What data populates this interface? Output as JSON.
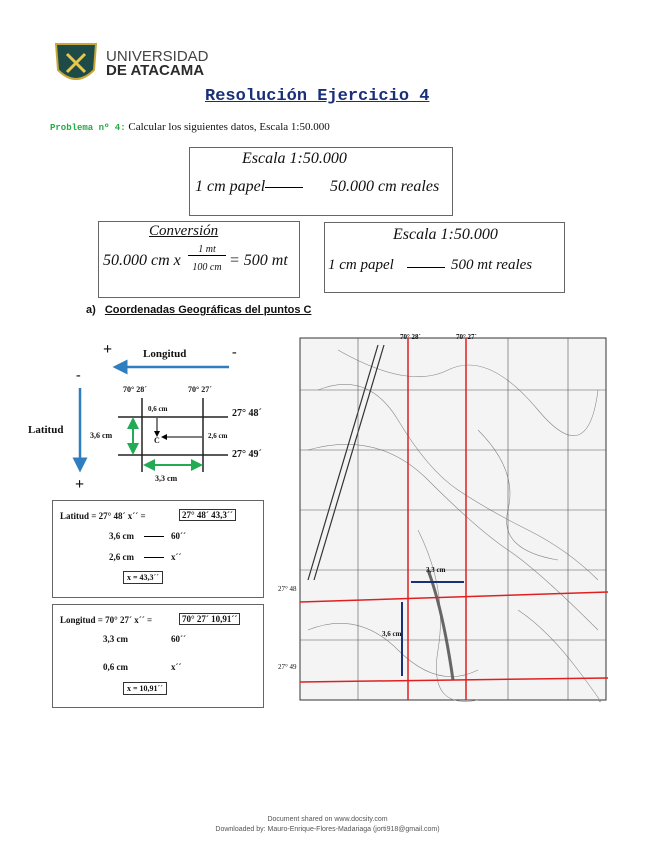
{
  "logo": {
    "line1": "UNIVERSIDAD",
    "line2": "DE ATACAMA"
  },
  "title": "Resolución Ejercicio 4",
  "problem": {
    "label": "Problema nº 4:",
    "text": "Calcular los siguientes datos, Escala 1:50.000"
  },
  "scale_box1": {
    "title": "Escala 1:50.000",
    "left": "1 cm papel",
    "right": "50.000 cm reales"
  },
  "conversion": {
    "title": "Conversión",
    "lhs": "50.000 cm x",
    "num": "1 mt",
    "den": "100 cm",
    "rhs": "= 500 mt"
  },
  "scale_box2": {
    "title": "Escala 1:50.000",
    "left": "1 cm papel",
    "right": "500 mt reales"
  },
  "section_a": {
    "label": "a)",
    "text": "Coordenadas Geográficas del puntos C"
  },
  "diagram": {
    "plus_top": "+",
    "minus_top": "-",
    "longitud": "Longitud",
    "minus_left": "-",
    "plus_bottom": "+",
    "latitud": "Latitud",
    "lon1": "70° 28´",
    "lon2": "70° 27´",
    "lat1": "27° 48´",
    "lat2": "27° 49´",
    "d06": "0,6 cm",
    "d26": "2,6 cm",
    "d36": "3,6 cm",
    "d33": "3,3 cm",
    "point": "C"
  },
  "lat_calc": {
    "eq": "Latitud = 27° 48´ x´´ =",
    "result": "27° 48´ 43,3´´",
    "r1a": "3,6 cm",
    "r1b": "60´´",
    "r2a": "2,6 cm",
    "r2b": "x´´",
    "x": "x = 43,3´´"
  },
  "lon_calc": {
    "eq": "Longitud = 70° 27´ x´´ =",
    "result": "70° 27´ 10,91´´",
    "r1a": "3,3 cm",
    "r1b": "60´´",
    "r2a": "0,6 cm",
    "r2b": "x´´",
    "x": "x = 10,91´´"
  },
  "map": {
    "lon1": "70° 28´",
    "lon2": "70° 27´",
    "lat1": "27° 48",
    "lat2": "27° 49",
    "d33": "3,3 cm",
    "d36": "3,6 cm"
  },
  "footer": {
    "line1": "Document shared on www.docsity.com",
    "line2": "Downloaded by: Mauro-Enrique-Flores-Madariaga (jorti918@gmail.com)"
  },
  "colors": {
    "title": "#1a2f7a",
    "problem": "#22aa44",
    "arrow_blue": "#2f7fc0",
    "arrow_green": "#22aa55",
    "map_red": "#e02020"
  }
}
